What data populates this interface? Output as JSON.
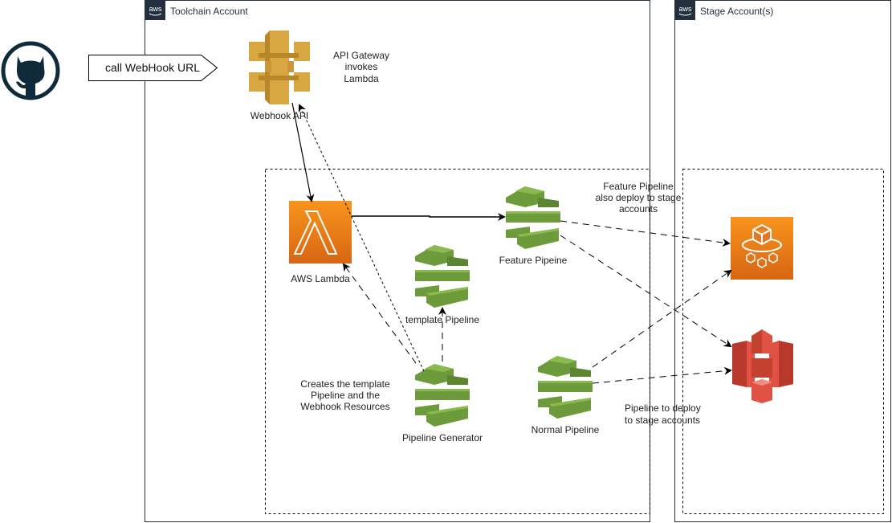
{
  "groups": {
    "toolchain": {
      "title": "Toolchain Account",
      "badge": "aws"
    },
    "stage": {
      "title": "Stage Account(s)",
      "badge": "aws"
    }
  },
  "callout": {
    "label": "call WebHook URL"
  },
  "nodes": {
    "github": {
      "label": ""
    },
    "webhook_api": {
      "label": "Webhook API"
    },
    "lambda": {
      "label": "AWS Lambda"
    },
    "feature_pipeline": {
      "label": "Feature Pipeine"
    },
    "template_pipeline": {
      "label": "template Pipeline"
    },
    "pipeline_generator": {
      "label": "Pipeline Generator"
    },
    "normal_pipeline": {
      "label": "Normal Pipeline"
    },
    "stage_service": {
      "label": ""
    },
    "s3": {
      "label": ""
    }
  },
  "notes": {
    "api_gateway": [
      "API Gateway",
      "invokes",
      "Lambda"
    ],
    "feature": [
      "Feature Pipeline",
      "also deploy to stage",
      "accounts"
    ],
    "generator": [
      "Creates the template",
      "Pipeline and the",
      "Webhook Resources"
    ],
    "normal": [
      "Pipeline to deploy",
      "to stage accounts"
    ]
  },
  "colors": {
    "aws_dark": "#232f3e",
    "api_gold": "#d9a741",
    "lambda_orange": "#f58c1e",
    "pipeline_green": "#6d9a3a",
    "s3_red": "#e05243",
    "github": "#0f2a3a"
  }
}
